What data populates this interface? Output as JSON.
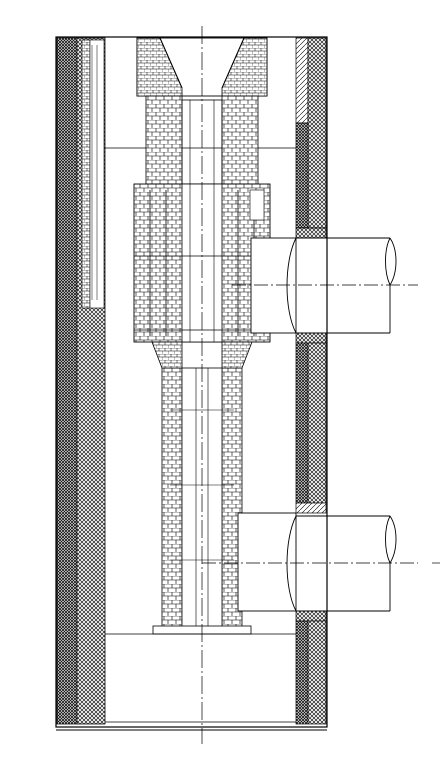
{
  "drawing": {
    "type": "furnace-cross-section",
    "background_color": "#ffffff",
    "line_color": "#000000",
    "hatch_color": "#1a1a1a",
    "components": [
      "outer-shell",
      "left-refractory-lining",
      "left-insulation-layer",
      "left-anchor-strip",
      "right-refractory-lining",
      "central-brick-column",
      "upper-conical-hood",
      "lower-transition-cone",
      "upper-side-nozzle",
      "lower-side-nozzle",
      "bottom-floor",
      "vertical-centerline"
    ],
    "labels": []
  }
}
